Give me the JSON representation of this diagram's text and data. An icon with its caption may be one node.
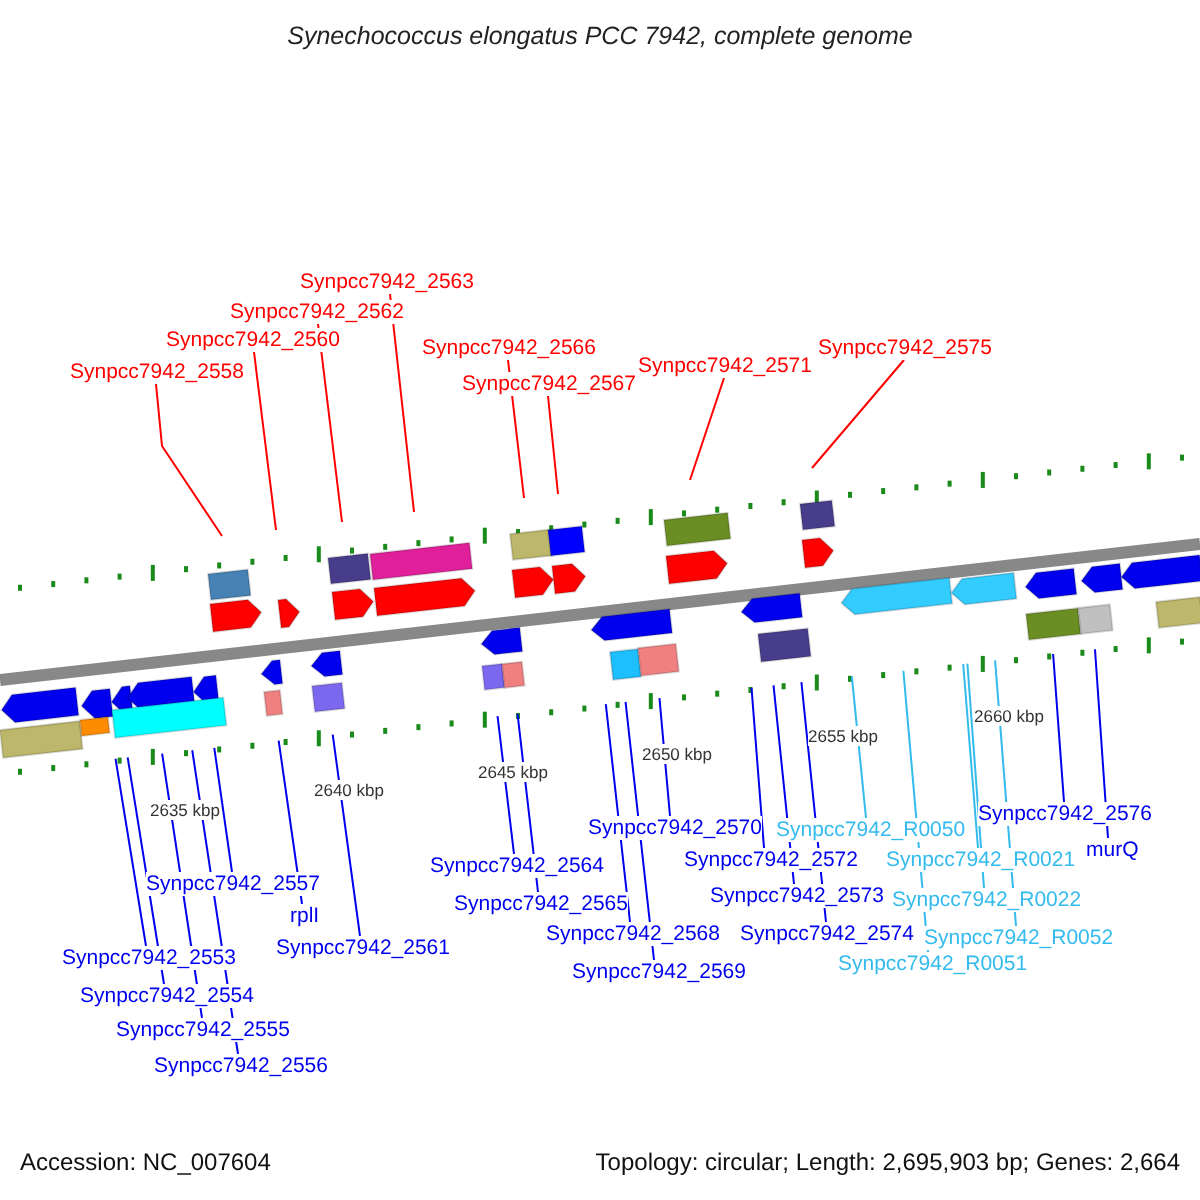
{
  "diagram": {
    "title": "Synechococcus elongatus PCC 7942, complete genome",
    "nodes": [
      {
        "text": [
          "Synpcc7942_2558"
        ]
      },
      {
        "text": [
          "Synpcc7942_2560"
        ]
      },
      {
        "text": [
          "Synpcc7942_2562"
        ]
      },
      {
        "text": [
          "Synpcc7942_2563"
        ]
      },
      {
        "text": [
          "Synpcc7942_2566"
        ]
      },
      {
        "text": [
          "Synpcc7942_2567"
        ]
      },
      {
        "text": [
          "Synpcc7942_2571"
        ]
      },
      {
        "text": [
          "Synpcc7942_2575"
        ]
      },
      {
        "text": [
          "Synpcc7942_2553"
        ]
      },
      {
        "text": [
          "Synpcc7942_2554"
        ]
      },
      {
        "text": [
          "Synpcc7942_2555"
        ]
      },
      {
        "text": [
          "Synpcc7942_2556"
        ]
      },
      {
        "text": [
          "Synpcc7942_2557"
        ]
      },
      {
        "text": [
          "rplI"
        ]
      },
      {
        "text": [
          "Synpcc7942_2561"
        ]
      },
      {
        "text": [
          "Synpcc7942_2564"
        ]
      },
      {
        "text": [
          "Synpcc7942_2565"
        ]
      },
      {
        "text": [
          "Synpcc7942_2568"
        ]
      },
      {
        "text": [
          "Synpcc7942_2569"
        ]
      },
      {
        "text": [
          "Synpcc7942_2570"
        ]
      },
      {
        "text": [
          "Synpcc7942_2572"
        ]
      },
      {
        "text": [
          "Synpcc7942_2573"
        ]
      },
      {
        "text": [
          "Synpcc7942_2574"
        ]
      },
      {
        "text": [
          "Synpcc7942_R0050"
        ]
      },
      {
        "text": [
          "Synpcc7942_R0051"
        ]
      },
      {
        "text": [
          "Synpcc7942_R0021"
        ]
      },
      {
        "text": [
          "Synpcc7942_R0022"
        ]
      },
      {
        "text": [
          "Synpcc7942_R0052"
        ]
      },
      {
        "text": [
          "Synpcc7942_2576"
        ]
      },
      {
        "text": [
          "murQ"
        ]
      }
    ],
    "edges": [
      {
        "from": 0,
        "to": null,
        "arrow": "none",
        "color": "#ff0000"
      },
      {
        "from": 1,
        "to": null,
        "arrow": "none",
        "color": "#ff0000"
      },
      {
        "from": 2,
        "to": null,
        "arrow": "none",
        "color": "#ff0000"
      },
      {
        "from": 3,
        "to": null,
        "arrow": "none",
        "color": "#ff0000"
      },
      {
        "from": 4,
        "to": null,
        "arrow": "none",
        "color": "#ff0000"
      },
      {
        "from": 5,
        "to": null,
        "arrow": "none",
        "color": "#ff0000"
      },
      {
        "from": 6,
        "to": null,
        "arrow": "none",
        "color": "#ff0000"
      },
      {
        "from": 7,
        "to": null,
        "arrow": "none",
        "color": "#ff0000"
      },
      {
        "from": 8,
        "to": null,
        "arrow": "none"
      },
      {
        "from": 9,
        "to": null,
        "arrow": "none"
      },
      {
        "from": 10,
        "to": null,
        "arrow": "none"
      },
      {
        "from": 11,
        "to": null,
        "arrow": "none"
      },
      {
        "from": 12,
        "to": null,
        "arrow": "none"
      },
      {
        "from": 13,
        "to": null,
        "arrow": "none"
      },
      {
        "from": 14,
        "to": null,
        "arrow": "none"
      },
      {
        "from": 15,
        "to": null,
        "arrow": "none"
      },
      {
        "from": 16,
        "to": null,
        "arrow": "none"
      },
      {
        "from": 17,
        "to": null,
        "arrow": "none"
      },
      {
        "from": 18,
        "to": null,
        "arrow": "none"
      },
      {
        "from": 19,
        "to": null,
        "arrow": "none"
      },
      {
        "from": 20,
        "to": null,
        "arrow": "none"
      },
      {
        "from": 21,
        "to": null,
        "arrow": "none"
      },
      {
        "from": 22,
        "to": null,
        "arrow": "none"
      },
      {
        "from": 23,
        "to": null,
        "arrow": "none",
        "color": "#33bbee"
      },
      {
        "from": 24,
        "to": null,
        "arrow": "none",
        "color": "#33bbee"
      },
      {
        "from": 25,
        "to": null,
        "arrow": "none",
        "color": "#33bbee"
      },
      {
        "from": 26,
        "to": null,
        "arrow": "none",
        "color": "#33bbee"
      },
      {
        "from": 27,
        "to": null,
        "arrow": "none",
        "color": "#33bbee"
      },
      {
        "from": 28,
        "to": null,
        "arrow": "none"
      },
      {
        "from": 29,
        "to": null,
        "arrow": "none"
      }
    ],
    "labels": [
      "2635 kbp",
      "2640 kbp",
      "2645 kbp",
      "2650 kbp",
      "2655 kbp",
      "2660 kbp",
      "Accession: NC_007604",
      "Topology: circular; Length: 2,695,903 bp; Genes: 2,664"
    ]
  }
}
